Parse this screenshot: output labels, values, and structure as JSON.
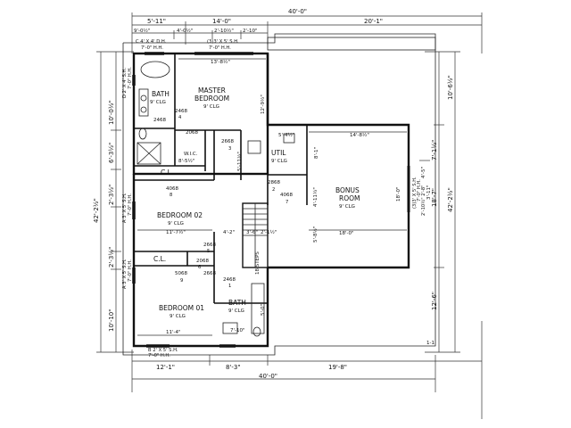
{
  "dimensions": {
    "top_total": "40'-0\"",
    "top_a": "5'-11\"",
    "top_b": "14'-0\"",
    "top_c": "20'-1\"",
    "top_sub_a": "9'-0½\"",
    "top_sub_b": "4'-0½\"",
    "top_sub_c": "2'-10½\"",
    "top_sub_d": "2'-10\"",
    "master_width": "13'-8½\"",
    "bottom_a": "12'-1\"",
    "bottom_b": "8'-3\"",
    "bottom_c": "19'-8\"",
    "bottom_total": "40'-0\"",
    "left_a": "10'-0½\"",
    "left_b": "6'-3½\"",
    "left_total": "42'-2½\"",
    "left_c": "2'-3½\"",
    "left_d": "2'-3½\"",
    "left_e": "10'-10\"",
    "right_a": "10'-6½\"",
    "right_b": "18'-7\"",
    "right_c": "7'-1½\"",
    "right_total": "42'-2½\"",
    "right_d": "12'-6\"",
    "master_depth": "12'-9½\"",
    "bonus_width": "14'-8½\"",
    "bonus_depth": "18'-0\"",
    "bonus_lower": "18'-0\"",
    "util_width": "5'-4½\"",
    "util_depth": "8'-1\"",
    "util_side": "4'-11½\"",
    "bonus_side": "5'-8½\"",
    "hall_a": "5'-11½\"",
    "hall_b": "4'-2\"",
    "hall_c": "3'-6\"",
    "hall_d": "2'-1½\"",
    "bed2_width": "11'-7½\"",
    "bed1_width": "11'-4\"",
    "wic_width": "8'-5½\"",
    "bath_dim": "7'-10\"",
    "bath2_dim": "5'-0\"",
    "right_small_a": "4'-5\"",
    "right_small_b": "3'-11\""
  },
  "rooms": {
    "master": {
      "name": "MASTER",
      "name2": "BEDROOM",
      "clg": "9' CLG"
    },
    "bath_master": {
      "name": "BATH",
      "clg": "9' CLG"
    },
    "wic": {
      "name": "W.I.C."
    },
    "util": {
      "name": "UTIL",
      "clg": "9' CLG"
    },
    "bonus": {
      "name": "BONUS",
      "name2": "ROOM",
      "clg": "9' CLG"
    },
    "bedroom2": {
      "name": "BEDROOM 02",
      "clg": "9' CLG"
    },
    "bedroom1": {
      "name": "BEDROOM 01",
      "clg": "9' CLG"
    },
    "bath2": {
      "name": "BATH",
      "clg": "9' CLG"
    },
    "closet2": {
      "name": "C.L."
    },
    "closet1": {
      "name": "C.L."
    },
    "stairs": {
      "name": "18 STEPS"
    }
  },
  "doors": {
    "d2468_a": "2468",
    "d2468_b": "2468",
    "d2068": "2068",
    "d2668_a": "2668",
    "d2868": "2868",
    "d4068_util": "4068",
    "d4068_bed2": "4068",
    "d2668_b": "2668",
    "d2068_b": "2068",
    "d5068": "5068",
    "d2668_c": "2668",
    "d2468_c": "2468"
  },
  "door_tags": {
    "t4": "4",
    "t3": "3",
    "t8": "8",
    "t2": "2",
    "t7": "7",
    "t9": "9",
    "t6": "6",
    "t5": "5",
    "t1": "1"
  },
  "windows": {
    "top_c": "C 4' X 4' D.H.",
    "top_c2": "7'-0\" H.H.",
    "top_b": "(3)3' X 5' S.H.",
    "top_b2": "7'-0\" H.H.",
    "left_d": "D 2' X 4' S.H.",
    "left_d2": "7'-0\" H.H.",
    "left_a": "A 3' X 5' S.H.",
    "left_a2": "7'-0\" H.H.",
    "left_a3": "A 3' X 5' S.H.",
    "left_a4": "7'-0\" H.H.",
    "bottom_b": "B 2' X 5' S.H.",
    "bottom_b2": "7'-0\" H.H.",
    "right_e": "(3)3' X 5' S.H.",
    "right_e2": "7'-0\" H.H.",
    "right_e3": "2'-10½\" 2'-8\""
  },
  "marker": "1-1"
}
